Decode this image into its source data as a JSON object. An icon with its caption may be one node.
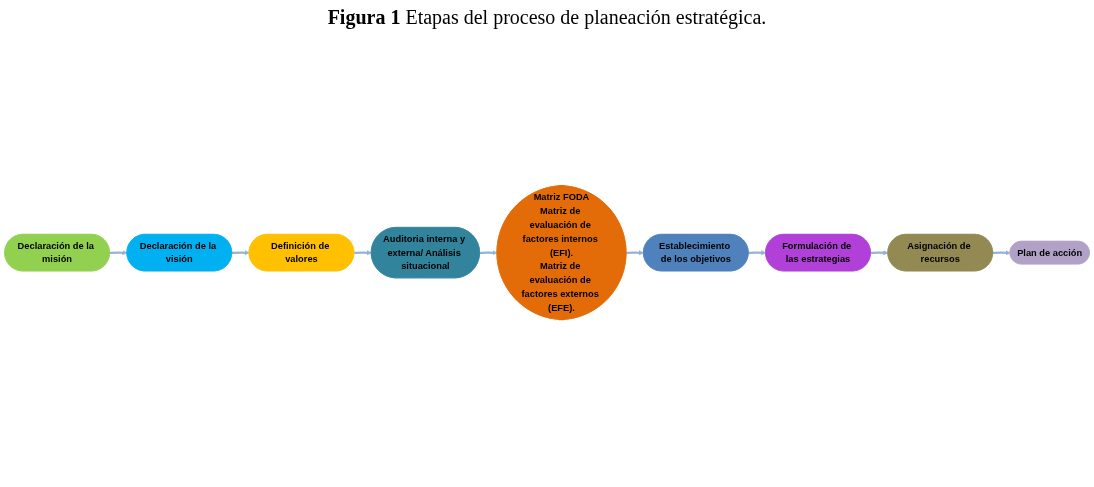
{
  "diagram": {
    "title": "**Figura 1** Etapas del proceso de planeación estratégica.",
    "nodes": [
      {
        "text": [
          "Declaración de la misión"
        ]
      },
      {
        "text": [
          "Declaración de la visión"
        ]
      },
      {
        "text": [
          "Definición de valores"
        ]
      },
      {
        "text": [
          "Auditoria interna y externa/ Análisis situacional"
        ]
      },
      {
        "text": [
          "Matriz FODA",
          "Matriz de evaluación de factores internos (EFI).",
          "Matriz de evaluación de factores externos (EFE)."
        ]
      },
      {
        "text": [
          "Establecimiento de los objetivos"
        ]
      },
      {
        "text": [
          "Formulación de las estrategias"
        ]
      },
      {
        "text": [
          "Asignación de recursos"
        ]
      },
      {
        "text": [
          "Plan de acción"
        ]
      }
    ],
    "edges": [
      {
        "from": 0,
        "to": 1,
        "arrow": "to"
      },
      {
        "from": 1,
        "to": 2,
        "arrow": "to"
      },
      {
        "from": 2,
        "to": 3,
        "arrow": "to"
      },
      {
        "from": 3,
        "to": 4,
        "arrow": "to"
      },
      {
        "from": 4,
        "to": 5,
        "arrow": "to"
      },
      {
        "from": 5,
        "to": 6,
        "arrow": "to"
      },
      {
        "from": 6,
        "to": 7,
        "arrow": "to"
      },
      {
        "from": 7,
        "to": 8,
        "arrow": "to"
      }
    ]
  }
}
